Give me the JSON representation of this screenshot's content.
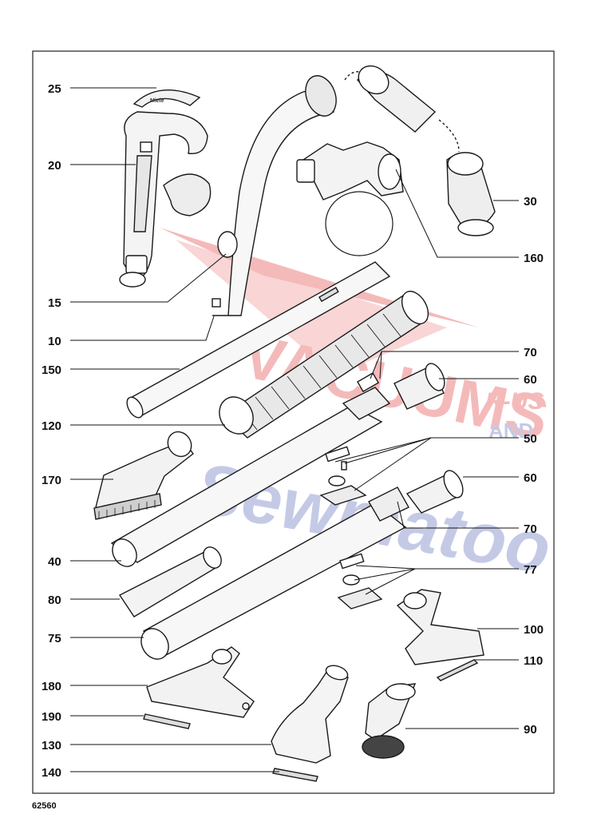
{
  "watermark": {
    "line1": "VACUUMS",
    "line2": "R-US",
    "line3": "AND",
    "line4": "Sewmatoo",
    "red": "#e23b3b",
    "blue": "#5a6bb8"
  },
  "brand": {
    "label": "Miele"
  },
  "parts": [
    {
      "num": "25"
    },
    {
      "num": "20"
    },
    {
      "num": "15"
    },
    {
      "num": "10"
    },
    {
      "num": "150"
    },
    {
      "num": "120"
    },
    {
      "num": "170"
    },
    {
      "num": "40"
    },
    {
      "num": "80"
    },
    {
      "num": "75"
    },
    {
      "num": "180"
    },
    {
      "num": "190"
    },
    {
      "num": "130"
    },
    {
      "num": "140"
    },
    {
      "num": "30"
    },
    {
      "num": "160"
    },
    {
      "num": "70"
    },
    {
      "num": "60"
    },
    {
      "num": "50"
    },
    {
      "num": "60"
    },
    {
      "num": "70"
    },
    {
      "num": "77"
    },
    {
      "num": "100"
    },
    {
      "num": "110"
    },
    {
      "num": "90"
    }
  ],
  "footer": {
    "code": "62560"
  }
}
